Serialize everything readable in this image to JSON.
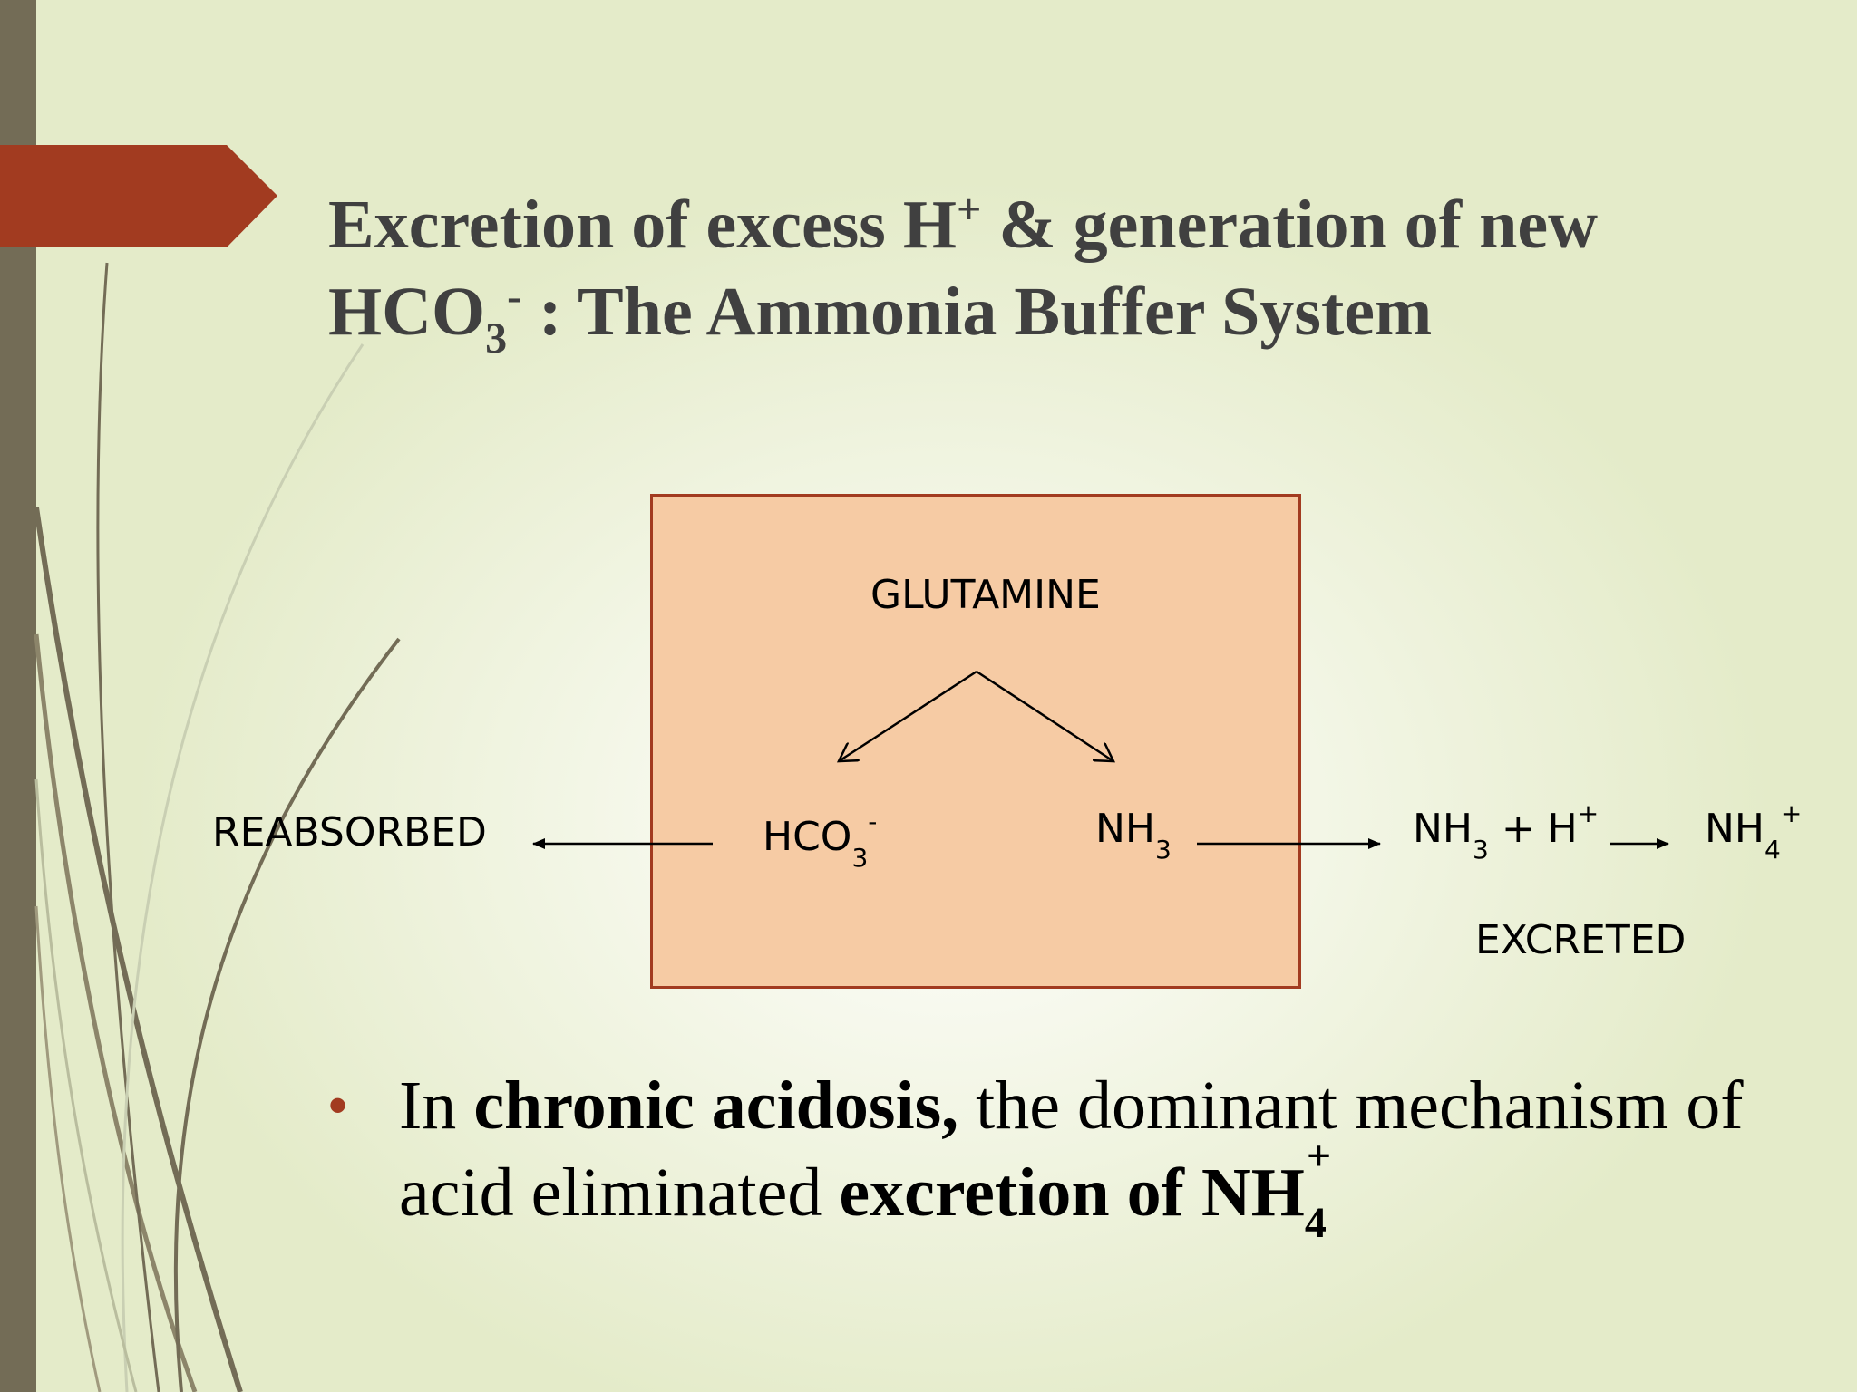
{
  "slide": {
    "title": {
      "part1": "Excretion of excess H",
      "sup1": "+",
      "part2": " & generation of new",
      "part3": "HCO",
      "sub1": "3",
      "sup2": "-",
      "part4": " : The Ammonia Buffer System"
    },
    "diagram": {
      "glutamine": "GLUTAMINE",
      "hco3_main": "HCO",
      "hco3_sub": "3",
      "hco3_sup": "-",
      "nh3_main": "NH",
      "nh3_sub": "3",
      "reabsorbed": "REABSORBED",
      "reaction_nh": "NH",
      "reaction_nh_sub": "3",
      "reaction_plus": " + H",
      "reaction_h_sup": "+",
      "product_main": "NH",
      "product_sub": "4",
      "product_sup": "+",
      "excreted": "EXCRETED"
    },
    "bullet": {
      "marker": "•",
      "t1": "In ",
      "b1": "chronic acidosis,",
      "t2": " the dominant mechanism of acid eliminated ",
      "b2": "excretion of NH",
      "b2_sub": "4",
      "b2_sup": "+"
    },
    "colors": {
      "accent": "#a23b20",
      "sidebar": "#736c56",
      "box_fill": "#f6cba4"
    }
  }
}
